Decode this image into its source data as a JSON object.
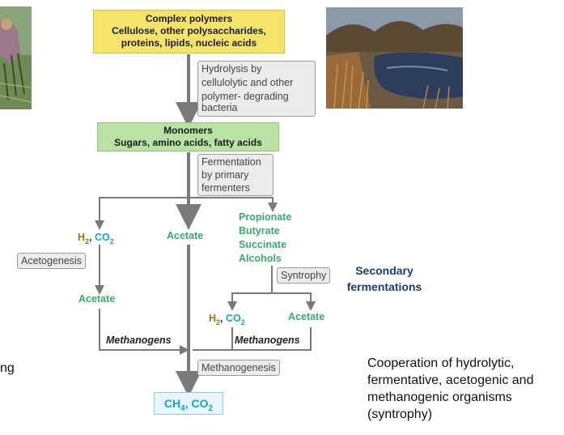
{
  "complex_polymers": {
    "title": "Complex polymers",
    "line1": "Cellulose, other polysaccharides,",
    "line2": "proteins, lipids, nucleic acids"
  },
  "hydrolysis": {
    "line1": "Hydrolysis by",
    "line2": "cellulolytic and other",
    "line3": "polymer- degrading",
    "line4": "bacteria"
  },
  "monomers": {
    "title": "Monomers",
    "line1": "Sugars, amino acids, fatty acids"
  },
  "fermentation": {
    "line1": "Fermentation",
    "line2": "by primary",
    "line3": "fermenters"
  },
  "left_branch": {
    "h2": "H",
    "h2_sub": "2",
    "sep": ", ",
    "co2": "CO",
    "co2_sub": "2"
  },
  "center_acetate": "Acetate",
  "products": [
    "Propionate",
    "Butyrate",
    "Succinate",
    "Alcohols"
  ],
  "acetogenesis": "Acetogenesis",
  "left_acetate": "Acetate",
  "syntrophy": "Syntrophy",
  "secondary_fermentations": {
    "line1": "Secondary",
    "line2": "fermentations"
  },
  "right_branch": {
    "h2": "H",
    "h2_sub": "2",
    "sep": ", ",
    "co2": "CO",
    "co2_sub": "2",
    "acetate": "Acetate"
  },
  "methanogens_left": "Methanogens",
  "methanogens_right": "Methanogens",
  "methanogenesis": "Methanogenesis",
  "final_product": {
    "ch4": "CH",
    "ch4_sub": "4",
    "sep": ", ",
    "co2": "CO",
    "co2_sub": "2"
  },
  "left_fragment": "ng",
  "cooperation": {
    "line1": "Cooperation of hydrolytic,",
    "line2": "fermentative, acetogenic and",
    "line3": "methanogenic organisms",
    "line4": "(syntrophy)"
  },
  "colors": {
    "polymers_box": "#f6e46a",
    "monomers_box": "#b9e2a5",
    "product_box": "#e8f5fa",
    "green_text": "#3aaa6c",
    "blue_text": "#14a5d4",
    "olive_text": "#8a7a10",
    "arrow": "#7a7a7a",
    "secondary_text": "#1f3a7a"
  }
}
